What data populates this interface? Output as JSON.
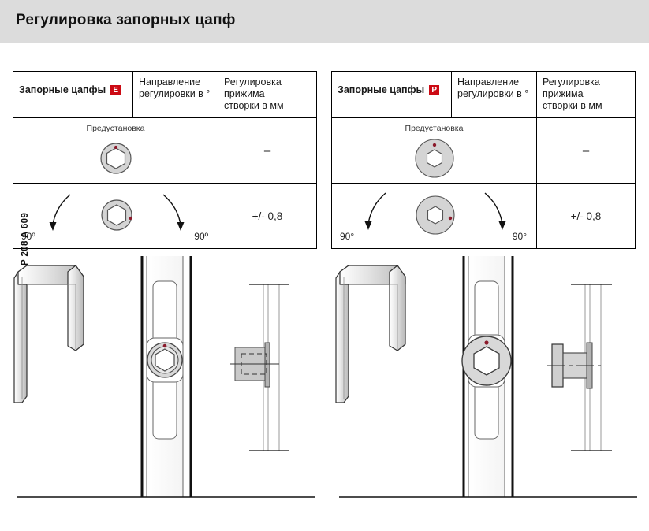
{
  "header": {
    "title": "Регулировка запорных цапф",
    "band_color": "#dcdcdc"
  },
  "side_code": "P 208 A 609",
  "badge_color": "#cc0a14",
  "marker_color": "#8b1a2b",
  "tables": [
    {
      "id": "table-left",
      "variant": "E",
      "badge_label": "E",
      "headers": {
        "col_a": "Запорные цапфы",
        "col_b": "Направление\nрегулировки в °",
        "col_b_line1": "Направление",
        "col_b_line2": "регулировки в °",
        "col_c_line1": "Регулировка прижима",
        "col_c_line2": "створки в мм"
      },
      "rows": [
        {
          "diagram": "preset-cam-ring",
          "preset_label": "Предустановка",
          "value": "–"
        },
        {
          "diagram": "rotation-cam-ring",
          "deg_left": "90º",
          "deg_right": "90º",
          "value": "+/- 0,8"
        }
      ]
    },
    {
      "id": "table-right",
      "variant": "P",
      "badge_label": "P",
      "headers": {
        "col_a": "Запорные цапфы",
        "col_b_line1": "Направление",
        "col_b_line2": "регулировки в °",
        "col_c_line1": "Регулировка прижима",
        "col_c_line2": "створки в мм"
      },
      "rows": [
        {
          "diagram": "preset-cam-disc",
          "preset_label": "Предустановка",
          "value": "–"
        },
        {
          "diagram": "rotation-cam-disc",
          "deg_left": "90°",
          "deg_right": "90°",
          "value": "+/- 0,8"
        }
      ]
    }
  ],
  "illustrations": [
    {
      "id": "illus-left",
      "cam_type": "ring-cam-on-oval-plate",
      "keeper_type": "flat-rectangular-striker"
    },
    {
      "id": "illus-right",
      "cam_type": "large-disc-cam",
      "keeper_type": "mushroom-t-striker"
    }
  ]
}
